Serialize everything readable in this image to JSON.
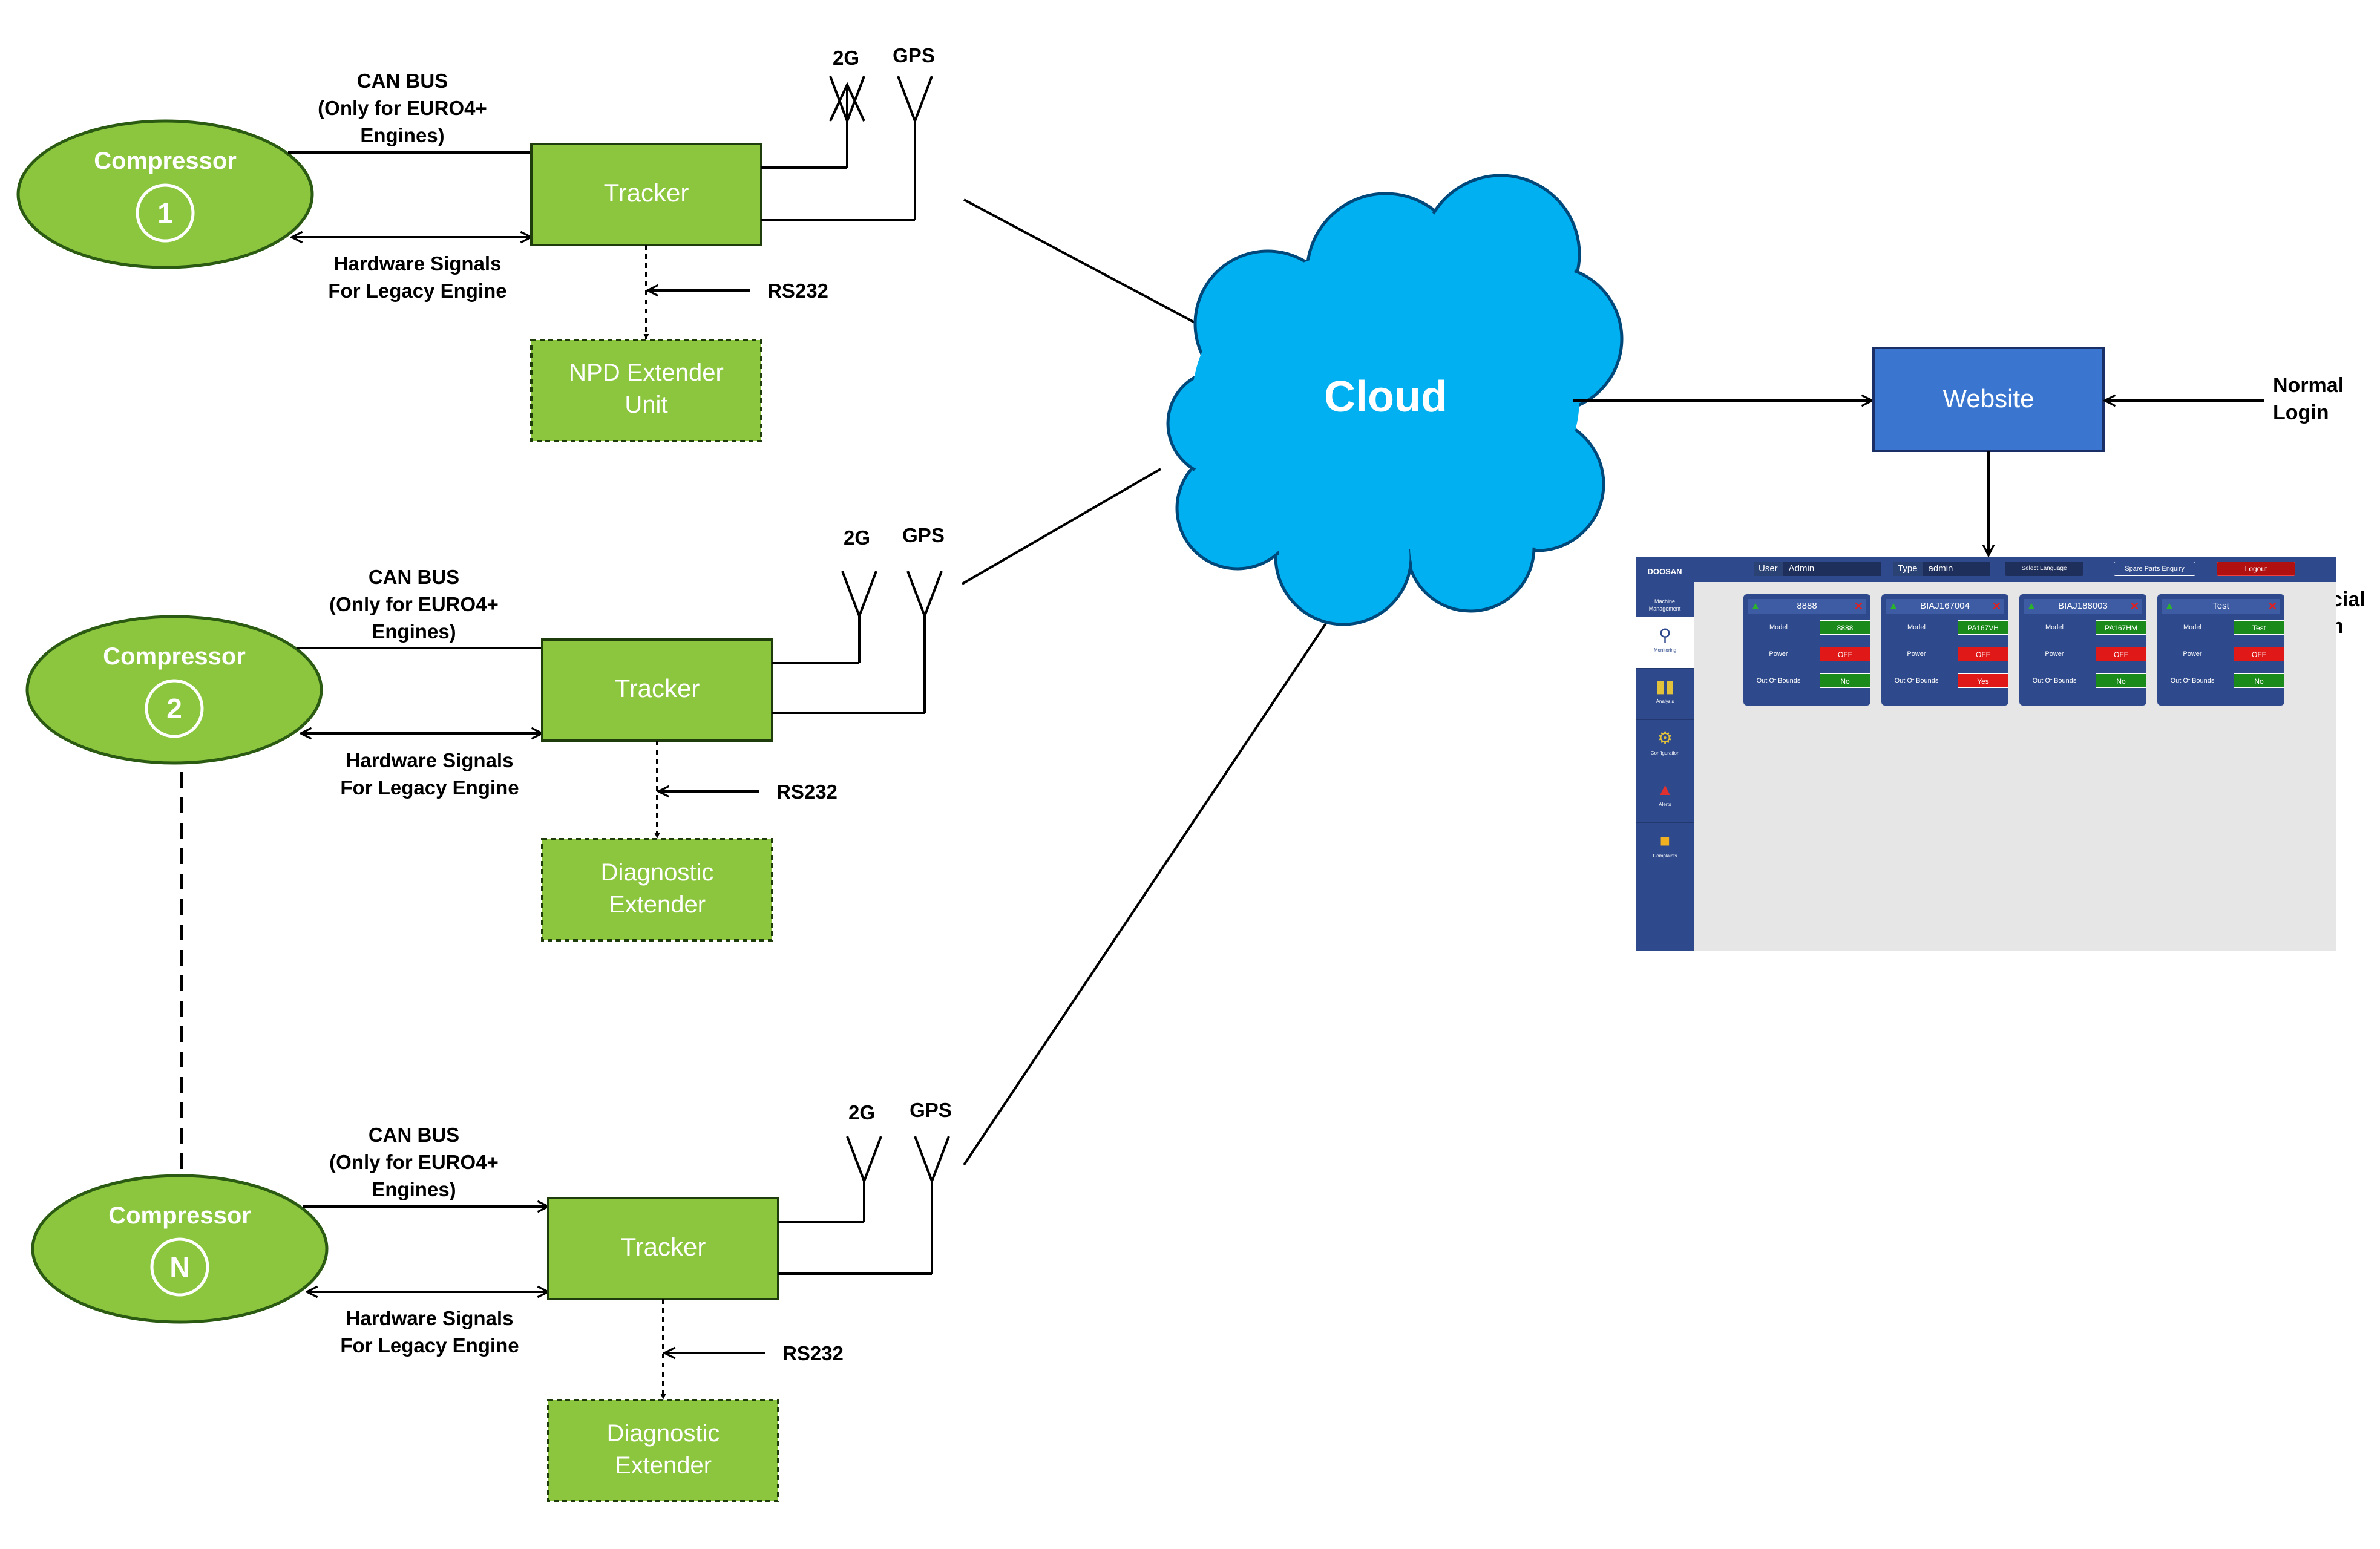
{
  "colors": {
    "compressor_fill": "#8cc63f",
    "compressor_stroke": "#2b5a12",
    "tracker_fill": "#8cc63f",
    "cloud_fill": "#00b0f0",
    "website_fill": "#3a76d0",
    "ui_blue": "#2f4a8c",
    "ui_bg": "#e6e6e6"
  },
  "compressors": [
    {
      "label": "Compressor",
      "number": "1"
    },
    {
      "label": "Compressor",
      "number": "2"
    },
    {
      "label": "Compressor",
      "number": "N"
    }
  ],
  "labels": {
    "can_bus": [
      "CAN BUS",
      "(Only for EURO4+",
      "Engines)"
    ],
    "hw_signals": [
      "Hardware Signals",
      "For Legacy Engine"
    ],
    "rs232": "RS232",
    "g2": "2G",
    "gps": "GPS",
    "tracker": "Tracker",
    "extender_1": [
      "NPD Extender",
      "Unit"
    ],
    "extender_2": [
      "Diagnostic",
      "Extender"
    ],
    "extender_n": [
      "Diagnostic",
      "Extender"
    ],
    "cloud": "Cloud",
    "website": "Website",
    "normal_login": [
      "Normal",
      "Login"
    ],
    "cut_text": [
      "cial",
      "n"
    ]
  },
  "app": {
    "logo": "DOOSAN",
    "subtitle": "Machine Management",
    "user_key": "User",
    "user_value": "Admin",
    "type_key": "Type",
    "type_value": "admin",
    "language": "Select Language",
    "spare_parts": "Spare Parts Enquiry",
    "logout": "Logout",
    "nav": [
      {
        "label": "Monitoring",
        "icon": "search-icon"
      },
      {
        "label": "Analysis",
        "icon": "chart-icon"
      },
      {
        "label": "Configuration",
        "icon": "gear-icon"
      },
      {
        "label": "Alerts",
        "icon": "alert-icon"
      },
      {
        "label": "Complaints",
        "icon": "note-icon"
      }
    ],
    "field_labels": {
      "model": "Model",
      "power": "Power",
      "out_of_bounds": "Out Of Bounds"
    },
    "cards": [
      {
        "title": "8888",
        "model": "8888",
        "power": "OFF",
        "out_of_bounds": "No",
        "oob_color": "#1a8a1a"
      },
      {
        "title": "BIAJ167004",
        "model": "PA167VH",
        "power": "OFF",
        "out_of_bounds": "Yes",
        "oob_color": "#e01818"
      },
      {
        "title": "BIAJ188003",
        "model": "PA167HM",
        "power": "OFF",
        "out_of_bounds": "No",
        "oob_color": "#1a8a1a"
      },
      {
        "title": "Test",
        "model": "Test",
        "power": "OFF",
        "out_of_bounds": "No",
        "oob_color": "#1a8a1a"
      }
    ]
  }
}
